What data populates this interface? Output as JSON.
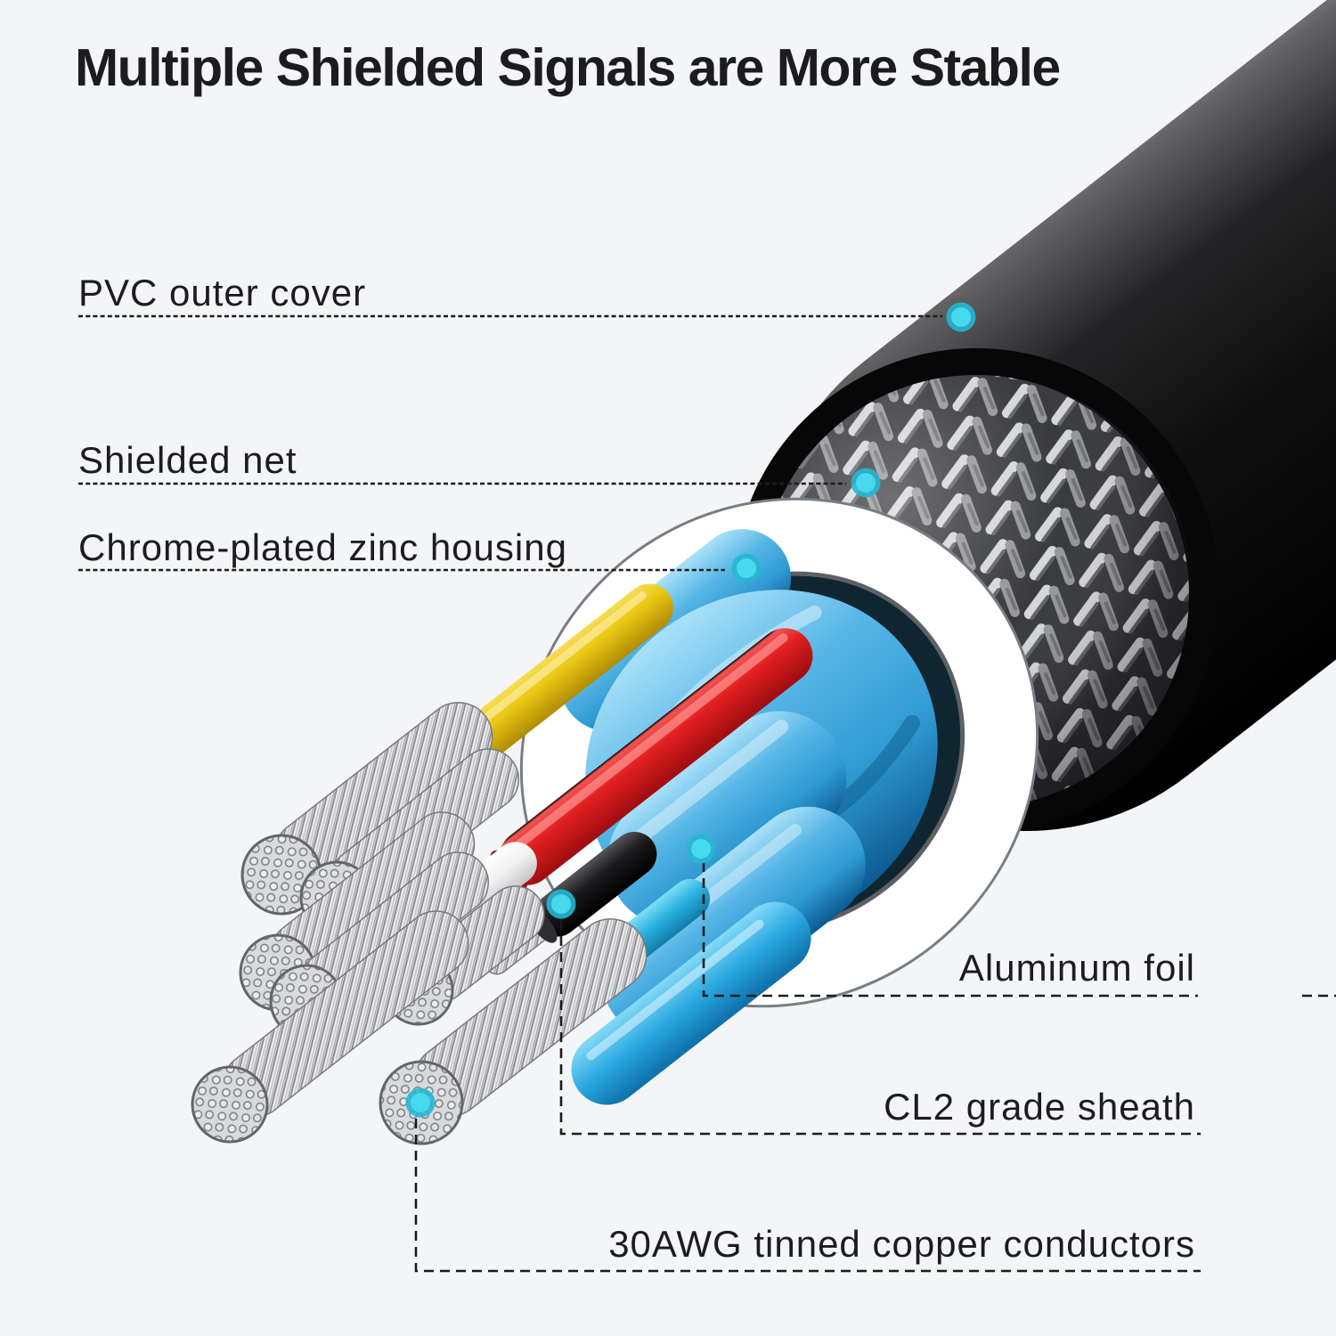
{
  "title": "Multiple Shielded Signals are More Stable",
  "callouts": {
    "pvc": {
      "label": "PVC outer cover",
      "side": "left"
    },
    "shield": {
      "label": "Shielded net",
      "side": "left"
    },
    "chrome": {
      "label": "Chrome-plated zinc housing",
      "side": "left"
    },
    "foil": {
      "label": "Aluminum foil",
      "side": "right"
    },
    "cl2": {
      "label": "CL2 grade sheath",
      "side": "right"
    },
    "awg": {
      "label": "30AWG tinned copper conductors",
      "side": "right"
    }
  },
  "colors": {
    "bg": "#f4f5f7",
    "ink": "#1c1c1e",
    "leader": "#1c1c1c",
    "accent-core": "#47daee",
    "accent-ring": "#27b6d3",
    "jacket-black": "#0a0a0a",
    "braid-silver": "#b9babd",
    "chrome-silver": "#c3c7cc",
    "wire-yellow": "#e9c713",
    "wire-red": "#e11f1f",
    "foil-blue": "#2f9ad2",
    "wire-cyan": "#2cb3e2",
    "wire-white": "#f1f1f1",
    "wire-black": "#1b1b1e",
    "copper-tinned": "#d9dadd"
  }
}
